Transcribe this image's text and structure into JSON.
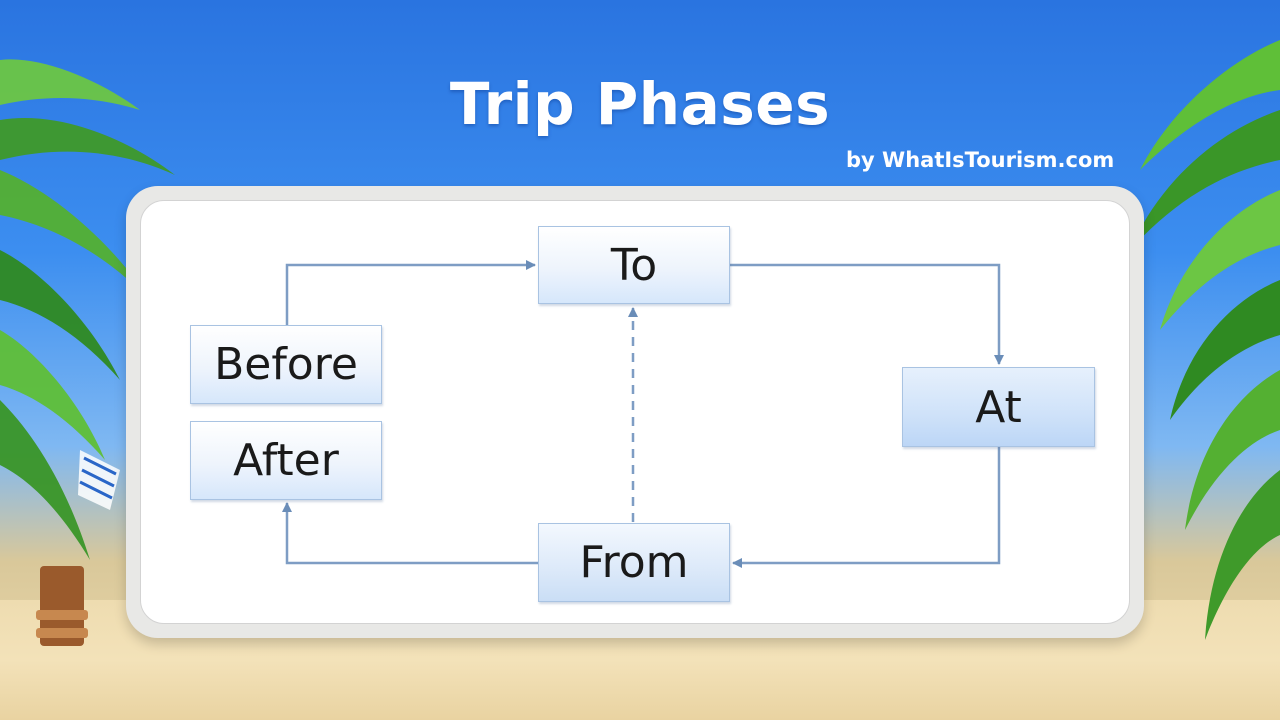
{
  "title": "Trip Phases",
  "byline": "by WhatIsTourism.com",
  "diagram": {
    "nodes": {
      "to": "To",
      "at": "At",
      "from": "From",
      "before": "Before",
      "after": "After"
    },
    "edges": [
      {
        "from": "Before",
        "to": "To",
        "style": "solid"
      },
      {
        "from": "To",
        "to": "At",
        "style": "solid"
      },
      {
        "from": "At",
        "to": "From",
        "style": "solid"
      },
      {
        "from": "From",
        "to": "After",
        "style": "solid"
      },
      {
        "from": "From",
        "to": "To",
        "style": "dashed"
      }
    ]
  },
  "colors": {
    "sky": "#3c8ef0",
    "sand": "#efdcae",
    "arrow": "#6a8db8",
    "node_border": "#a9c3e2"
  }
}
